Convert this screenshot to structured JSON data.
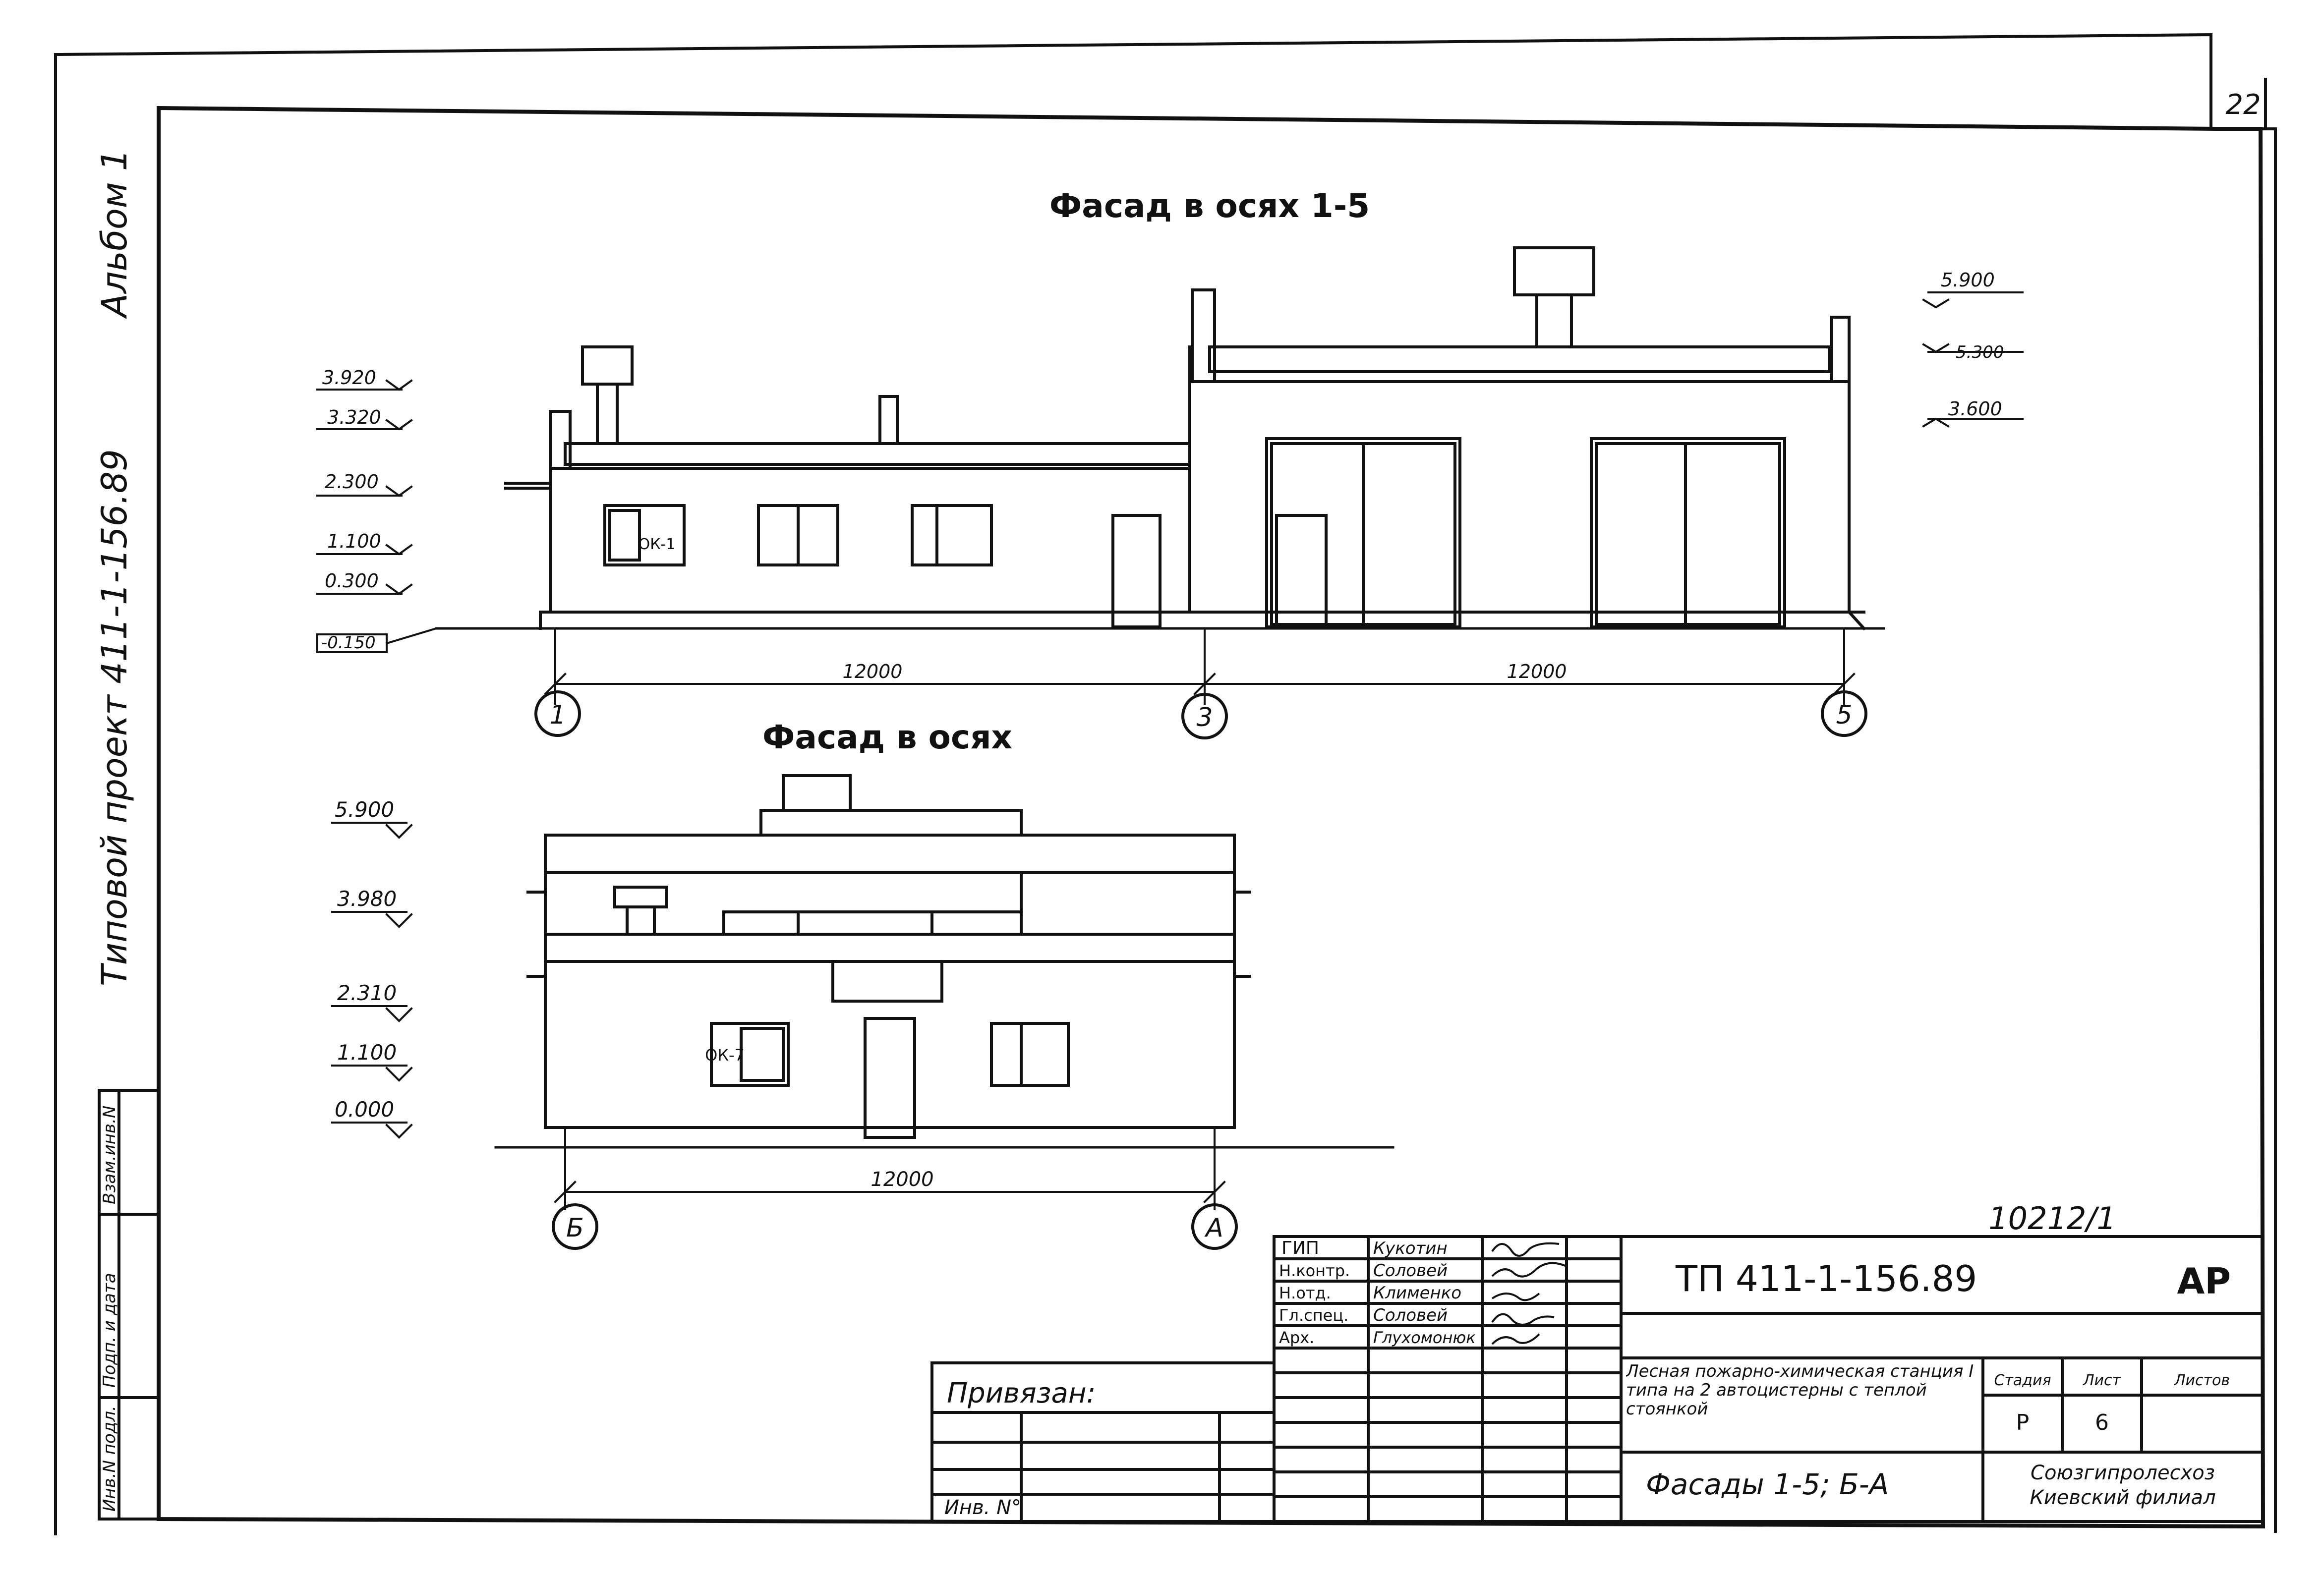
{
  "sheet": {
    "page_number": "22",
    "drawing_number_note": "10212/1"
  },
  "side_margin": {
    "album": "Альбом 1",
    "project": "Типовой проект 411-1-156.89",
    "columns": [
      "Инв.N подл.",
      "Подп. и дата",
      "Взам.инв.N"
    ]
  },
  "facade_1": {
    "title": "Фасад в осях 1-5",
    "levels_left": [
      "3.920",
      "3.320",
      "2.300",
      "1.100",
      "0.300",
      "-0.150"
    ],
    "levels_right": [
      "5.900",
      "5.300",
      "3.600"
    ],
    "window_label": "ОК-1",
    "dims": [
      "12000",
      "12000"
    ],
    "axes": [
      "1",
      "3",
      "5"
    ]
  },
  "facade_2": {
    "title": "Фасад в осях",
    "levels": [
      "5.900",
      "3.980",
      "2.310",
      "1.100",
      "0.000"
    ],
    "window_label": "ОК-7",
    "dims": [
      "12000"
    ],
    "axes": [
      "Б",
      "А"
    ]
  },
  "binding": {
    "label": "Привязан:",
    "inv_label": "Инв. N°"
  },
  "stamp": {
    "roles": [
      "ГИП",
      "Н.контр.",
      "Н.отд.",
      "Гл.спец.",
      "Арх."
    ],
    "names": [
      "Кукотин",
      "Соловей",
      "Клименко",
      "Соловей",
      "Глухомонюк"
    ],
    "code": "ТП 411-1-156.89",
    "mark": "АР",
    "description": "Лесная пожарно-химическая станция I типа на 2 автоцистерны с теплой стоянкой",
    "headers": [
      "Стадия",
      "Лист",
      "Листов"
    ],
    "stage": "Р",
    "sheet_no": "6",
    "sheets_total": "",
    "sheet_title": "Фасады 1-5; Б-А",
    "org_line1": "Союзгипролесхоз",
    "org_line2": "Киевский филиал"
  }
}
